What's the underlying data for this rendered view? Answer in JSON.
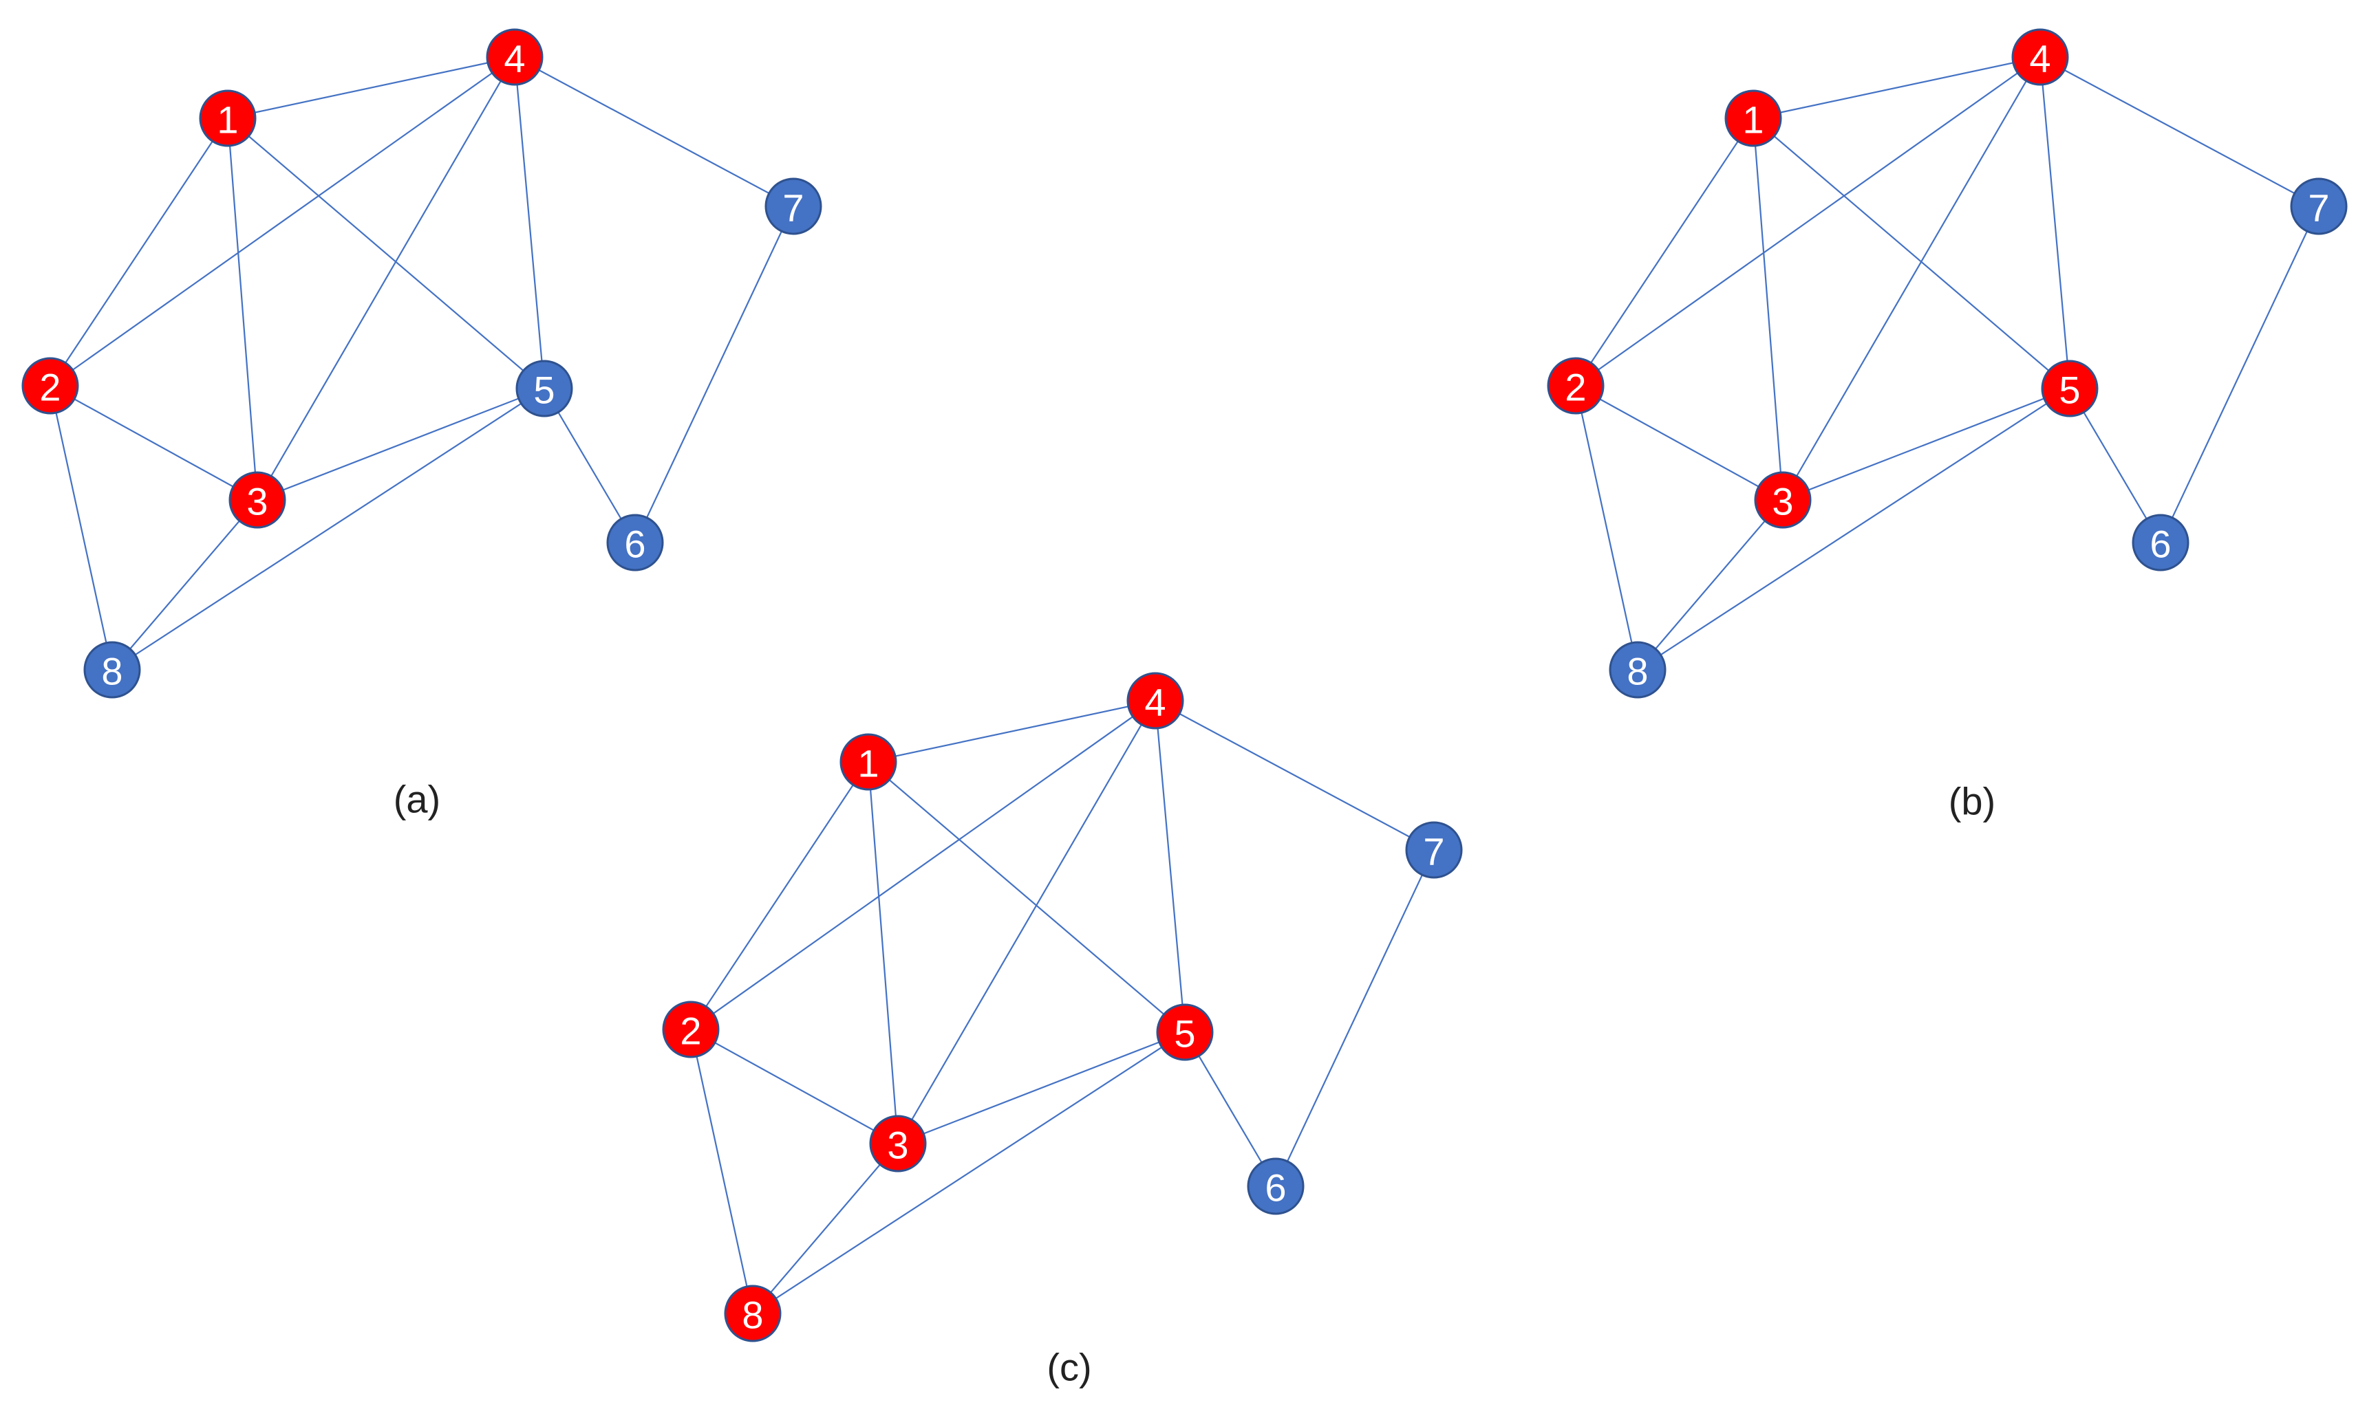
{
  "colors": {
    "edge": "#4472C4",
    "red_node": "#FF0000",
    "blue_node": "#4472C4",
    "label_text": "#FFFFFF"
  },
  "edges": [
    [
      "1",
      "4"
    ],
    [
      "1",
      "2"
    ],
    [
      "1",
      "3"
    ],
    [
      "1",
      "5"
    ],
    [
      "4",
      "2"
    ],
    [
      "4",
      "3"
    ],
    [
      "4",
      "5"
    ],
    [
      "4",
      "7"
    ],
    [
      "2",
      "3"
    ],
    [
      "2",
      "8"
    ],
    [
      "3",
      "5"
    ],
    [
      "3",
      "8"
    ],
    [
      "5",
      "8"
    ],
    [
      "5",
      "6"
    ],
    [
      "7",
      "6"
    ]
  ],
  "panels": [
    {
      "label": "(a)",
      "nodes": [
        {
          "id": "1",
          "label": "1",
          "color": "red"
        },
        {
          "id": "2",
          "label": "2",
          "color": "red"
        },
        {
          "id": "3",
          "label": "3",
          "color": "red"
        },
        {
          "id": "4",
          "label": "4",
          "color": "red"
        },
        {
          "id": "5",
          "label": "5",
          "color": "blue"
        },
        {
          "id": "6",
          "label": "6",
          "color": "blue"
        },
        {
          "id": "7",
          "label": "7",
          "color": "blue"
        },
        {
          "id": "8",
          "label": "8",
          "color": "blue"
        }
      ]
    },
    {
      "label": "(b)",
      "nodes": [
        {
          "id": "1",
          "label": "1",
          "color": "red"
        },
        {
          "id": "2",
          "label": "2",
          "color": "red"
        },
        {
          "id": "3",
          "label": "3",
          "color": "red"
        },
        {
          "id": "4",
          "label": "4",
          "color": "red"
        },
        {
          "id": "5",
          "label": "5",
          "color": "red"
        },
        {
          "id": "6",
          "label": "6",
          "color": "blue"
        },
        {
          "id": "7",
          "label": "7",
          "color": "blue"
        },
        {
          "id": "8",
          "label": "8",
          "color": "blue"
        }
      ]
    },
    {
      "label": "(c)",
      "nodes": [
        {
          "id": "1",
          "label": "1",
          "color": "red"
        },
        {
          "id": "2",
          "label": "2",
          "color": "red"
        },
        {
          "id": "3",
          "label": "3",
          "color": "red"
        },
        {
          "id": "4",
          "label": "4",
          "color": "red"
        },
        {
          "id": "5",
          "label": "5",
          "color": "red"
        },
        {
          "id": "6",
          "label": "6",
          "color": "blue"
        },
        {
          "id": "7",
          "label": "7",
          "color": "blue"
        },
        {
          "id": "8",
          "label": "8",
          "color": "red"
        }
      ]
    }
  ]
}
